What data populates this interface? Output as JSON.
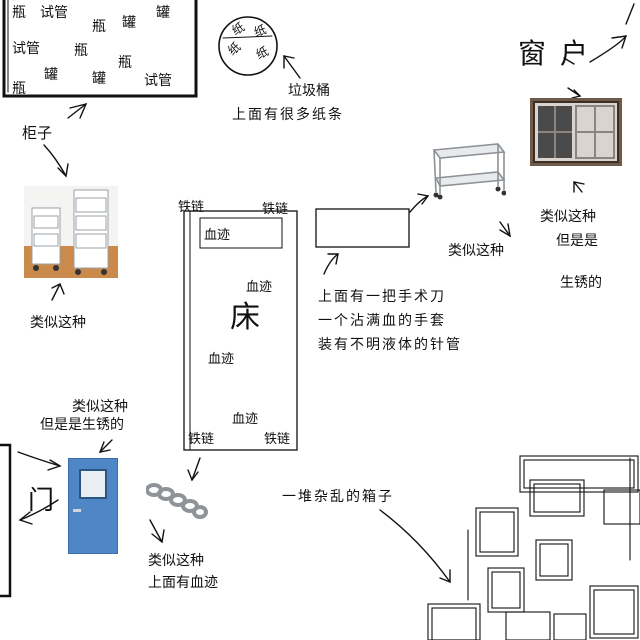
{
  "cabinet": {
    "items": [
      "瓶",
      "试管",
      "瓶",
      "罐",
      "罐",
      "试管",
      "瓶",
      "瓶",
      "罐",
      "罐",
      "瓶",
      "试管"
    ],
    "label": "柜子"
  },
  "trash": {
    "label": "垃圾桶",
    "note": "上面有很多纸条",
    "papers": [
      "纸",
      "纸",
      "纸",
      "纸"
    ]
  },
  "window_area": {
    "title": "窗户",
    "note_line1": "类似这种",
    "note_line2": "但是是",
    "note_line3": "生锈的"
  },
  "cart_left": {
    "label": "类似这种"
  },
  "cart_right": {
    "label": "类似这种"
  },
  "bed": {
    "center": "床",
    "chain_tl": "铁链",
    "chain_tr": "铁链",
    "chain_bl": "铁链",
    "chain_br": "铁链",
    "blood_1": "血迹",
    "blood_2": "血迹",
    "blood_3": "血迹",
    "blood_4": "血迹"
  },
  "tray": {
    "line1": "上面有一把手术刀",
    "line2": "一个沾满血的手套",
    "line3": "装有不明液体的针管"
  },
  "door": {
    "label": "门",
    "note_line1": "类似这种",
    "note_line2": "但是是生锈的"
  },
  "chain": {
    "note_line1": "类似这种",
    "note_line2": "上面有血迹"
  },
  "boxes": {
    "label": "一堆杂乱的箱子"
  }
}
